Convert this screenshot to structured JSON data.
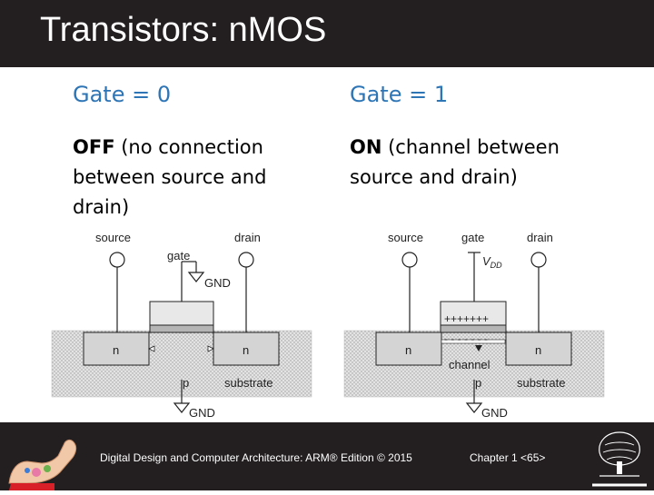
{
  "slide": {
    "title": "Transistors: nMOS",
    "left": {
      "heading": "Gate = 0",
      "body_strong": "OFF",
      "body_line1": " (no connection",
      "body_line2": "between source and",
      "body_line3": "drain)"
    },
    "right": {
      "heading": "Gate = 1",
      "body_strong": "ON",
      "body_line1": "  (channel between",
      "body_line2": "source and drain)"
    }
  },
  "diagram_off": {
    "source": "source",
    "gate": "gate",
    "drain": "drain",
    "gnd_gate": "GND",
    "n_left": "n",
    "n_right": "n",
    "p": "p",
    "substrate": "substrate",
    "gnd_bottom": "GND"
  },
  "diagram_on": {
    "source": "source",
    "gate": "gate",
    "drain": "drain",
    "vdd_v": "V",
    "vdd_sub": "DD",
    "plus": "+++++++",
    "minus": "- - - - - - -",
    "n_left": "n",
    "n_right": "n",
    "channel": "channel",
    "p": "p",
    "substrate": "substrate",
    "gnd_bottom": "GND"
  },
  "footer": {
    "book": "Digital Design and Computer Architecture: ARM® Edition © 2015",
    "chapter": "Chapter 1 <65>"
  },
  "colors": {
    "title_bar": "#231f20",
    "heading_blue": "#2e75b6",
    "substrate_fill": "#d9d9d9"
  },
  "icons": {
    "left_logo": "flexed-arm-icon",
    "right_logo": "elsevier-tree-icon"
  }
}
